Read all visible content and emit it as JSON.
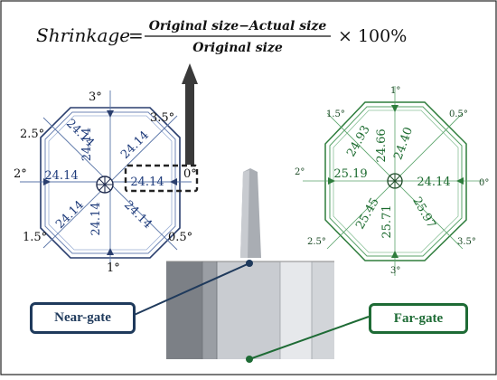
{
  "formula": {
    "lhs": "Shrinkage",
    "numerator": "Original size−Actual size",
    "denominator": "Original size",
    "tail": "× 100%"
  },
  "near_gate": {
    "label": "Near-gate",
    "angles": {
      "a0": "0°",
      "a05": "0.5°",
      "a1": "1°",
      "a15": "1.5°",
      "a2": "2°",
      "a25": "2.5°",
      "a3": "3°",
      "a35": "3.5°"
    },
    "dims": {
      "up": "24.14",
      "upright": "24.14",
      "upleft": "24.14",
      "left": "24.14",
      "downleft": "24.14",
      "down": "24.14",
      "downright": "24.14",
      "right": "24.14"
    }
  },
  "far_gate": {
    "label": "Far-gate",
    "angles": {
      "a0": "0°",
      "a05": "0.5°",
      "a1": "1°",
      "a15": "1.5°",
      "a2": "2°",
      "a25": "2.5°",
      "a3": "3°",
      "a35": "3.5°"
    },
    "dims": {
      "upleft": "24.93",
      "up": "24.66",
      "upright": "24.40",
      "left": "25.19",
      "right": "24.14",
      "downleft": "25.45",
      "down": "25.71",
      "downright": "25.97"
    }
  },
  "colors": {
    "near": "#1f3a5c",
    "far": "#1e6b35",
    "near_blue": "#1d56a8",
    "arrow": "#3a3a3a"
  }
}
